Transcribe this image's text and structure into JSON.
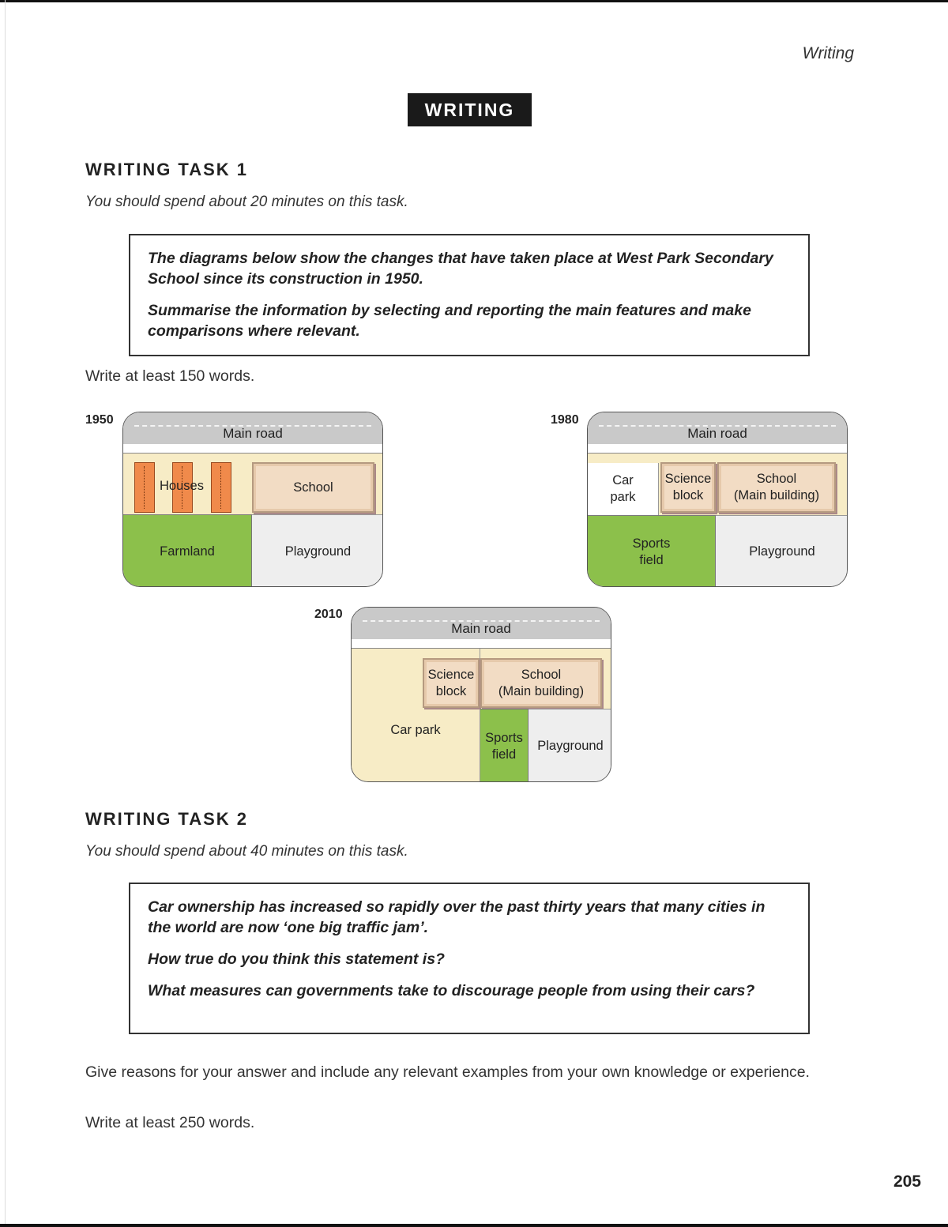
{
  "running_head": "Writing",
  "section_title": "WRITING",
  "task1": {
    "heading": "WRITING TASK 1",
    "time_note": "You should spend about 20 minutes on this task.",
    "prompt_1": "The diagrams below show the changes that have taken place at West Park Secondary School since its construction in 1950.",
    "prompt_2": "Summarise the information by selecting and reporting the main features and make comparisons where relevant.",
    "word_count": "Write at least 150 words."
  },
  "diagrams": {
    "d1950": {
      "year": "1950",
      "road": "Main road",
      "houses": "Houses",
      "school": "School",
      "farmland": "Farmland",
      "playground": "Playground"
    },
    "d1980": {
      "year": "1980",
      "road": "Main road",
      "car_park_1": "Car",
      "car_park_2": "park",
      "science_1": "Science",
      "science_2": "block",
      "school_1": "School",
      "school_2": "(Main building)",
      "sports_1": "Sports",
      "sports_2": "field",
      "playground": "Playground"
    },
    "d2010": {
      "year": "2010",
      "road": "Main road",
      "science_1": "Science",
      "science_2": "block",
      "school_1": "School",
      "school_2": "(Main building)",
      "car_park": "Car park",
      "sports_1": "Sports",
      "sports_2": "field",
      "playground": "Playground"
    },
    "colors": {
      "road": "#c9c9c9",
      "yellow_area": "#f7ecc6",
      "green_area": "#8cc04b",
      "grey_area": "#eeeeee",
      "building": "#f2dcc4",
      "houses": "#f08a4b"
    }
  },
  "task2": {
    "heading": "WRITING TASK 2",
    "time_note": "You should spend about 40 minutes on this task.",
    "prompt_1": "Car ownership has increased so rapidly over the past thirty years that many cities in the world are now ‘one big traffic jam’.",
    "prompt_2": "How true do you think this statement is?",
    "prompt_3": "What measures can governments take to discourage people from using their cars?",
    "reasons": "Give reasons for your answer and include any relevant examples from your own knowledge or experience.",
    "word_count": "Write at least 250 words."
  },
  "page_number": "205"
}
